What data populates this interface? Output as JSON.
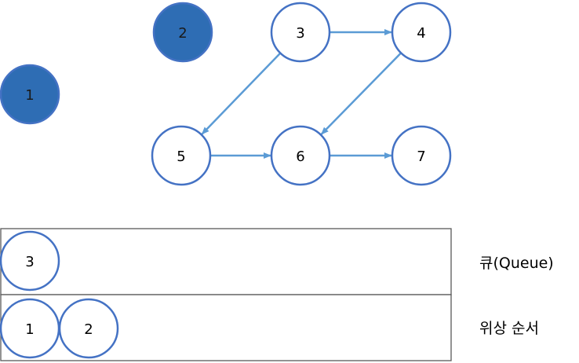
{
  "colors": {
    "node_stroke": "#4472C4",
    "node_fill_visited": "#2E6DB4",
    "node_fill_default": "#FFFFFF",
    "edge": "#5B9BD5",
    "box_stroke": "#595959",
    "label_dark": "#000000",
    "label_light": "#1A1A1A"
  },
  "graph": {
    "nodes": [
      {
        "id": "1",
        "label": "1",
        "visited": true
      },
      {
        "id": "2",
        "label": "2",
        "visited": true
      },
      {
        "id": "3",
        "label": "3",
        "visited": false
      },
      {
        "id": "4",
        "label": "4",
        "visited": false
      },
      {
        "id": "5",
        "label": "5",
        "visited": false
      },
      {
        "id": "6",
        "label": "6",
        "visited": false
      },
      {
        "id": "7",
        "label": "7",
        "visited": false
      }
    ],
    "edges": [
      {
        "from": "3",
        "to": "4"
      },
      {
        "from": "3",
        "to": "5"
      },
      {
        "from": "4",
        "to": "6"
      },
      {
        "from": "5",
        "to": "6"
      },
      {
        "from": "6",
        "to": "7"
      }
    ]
  },
  "queue": {
    "label": "큐(Queue)",
    "items": [
      "3"
    ]
  },
  "topological_order": {
    "label": "위상 순서",
    "items": [
      "1",
      "2"
    ]
  }
}
